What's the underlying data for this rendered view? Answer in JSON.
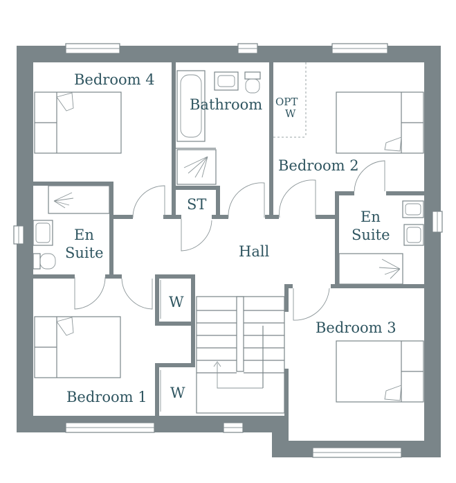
{
  "colors": {
    "wall": "#7a8589",
    "label": "#2f5560",
    "background": "#ffffff"
  },
  "rooms": {
    "bedroom4": "Bedroom 4",
    "bathroom": "Bathroom",
    "opt_w_line1": "OPT",
    "opt_w_line2": "W",
    "bedroom2": "Bedroom 2",
    "st": "ST",
    "ensuite_left_line1": "En",
    "ensuite_left_line2": "Suite",
    "ensuite_right_line1": "En",
    "ensuite_right_line2": "Suite",
    "hall": "Hall",
    "wardrobe_upper": "W",
    "wardrobe_lower": "W",
    "bedroom3": "Bedroom 3",
    "bedroom1": "Bedroom 1"
  },
  "icons": [
    "bed-icon",
    "bathtub-icon",
    "shower-icon",
    "toilet-icon",
    "washbasin-icon",
    "staircase-icon",
    "door-swing-icon",
    "window-icon"
  ]
}
